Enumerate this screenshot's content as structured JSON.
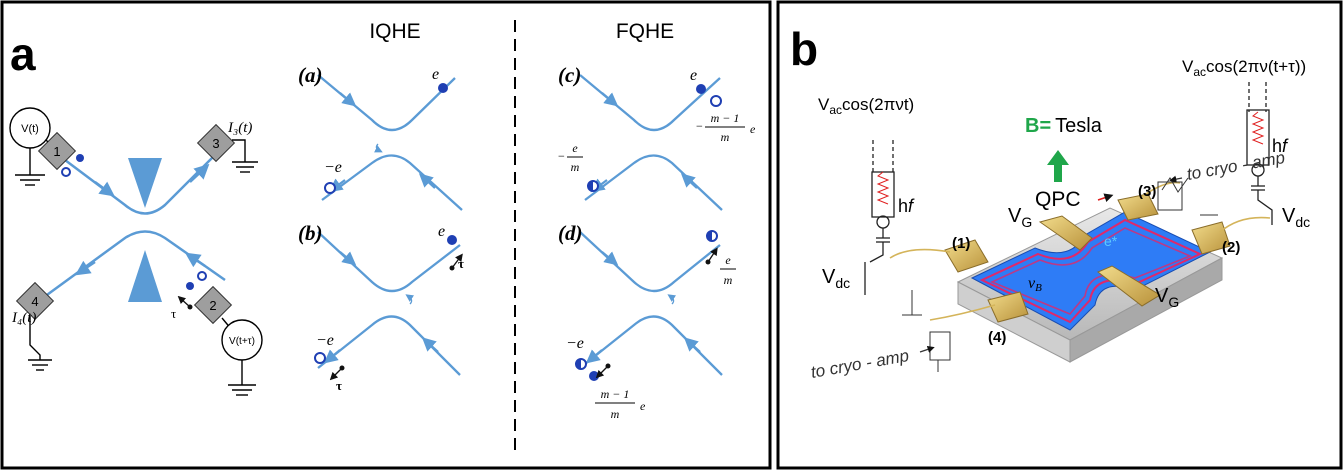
{
  "panel_a": {
    "letter": "a",
    "iqhe_title": "IQHE",
    "fqhe_title": "FQHE",
    "source_left": "V(t)",
    "source_right": "V(t+τ)",
    "contacts": [
      "1",
      "2",
      "3",
      "4"
    ],
    "current_3": "I₃(t)",
    "current_4": "I₄(t)",
    "tau": "τ",
    "sub_a": "(a)",
    "sub_b": "(b)",
    "sub_c": "(c)",
    "sub_d": "(d)",
    "e": "e",
    "minus_e": "−e",
    "tau_b": "τ",
    "tau_b2": "τ",
    "frac_minus": "−",
    "frac_num_m1": "m − 1",
    "frac_den_m": "m",
    "frac_e": "e",
    "frac_e_num": "e",
    "minus_e_d": "−e"
  },
  "panel_b": {
    "letter": "b",
    "vac_left": "V",
    "vac_left_sub": "ac",
    "vac_left_arg": "cos(2πνt)",
    "vac_right": "V",
    "vac_right_sub": "ac",
    "vac_right_arg": "cos(2πν(t+τ))",
    "hf": "h",
    "hf_f": "f",
    "field_label": "B=",
    "field_value": "Tesla",
    "qpc": "QPC",
    "vg": "V",
    "vg_sub": "G",
    "vdc": "V",
    "vdc_sub": "dc",
    "nu_b": "ν",
    "nu_b_sub": "B",
    "e_star": "e*",
    "contact_1": "(1)",
    "contact_2": "(2)",
    "contact_3": "(3)",
    "contact_4": "(4)",
    "cryo_amp": "to cryo - amp"
  },
  "colors": {
    "edge": "#5b9bd5",
    "electron": "#1f3fb3",
    "mesa": "#2e7cf6",
    "gold": "#d4b45a",
    "field_arrow": "#1fa64a",
    "triangle": "#5b9bd5"
  }
}
